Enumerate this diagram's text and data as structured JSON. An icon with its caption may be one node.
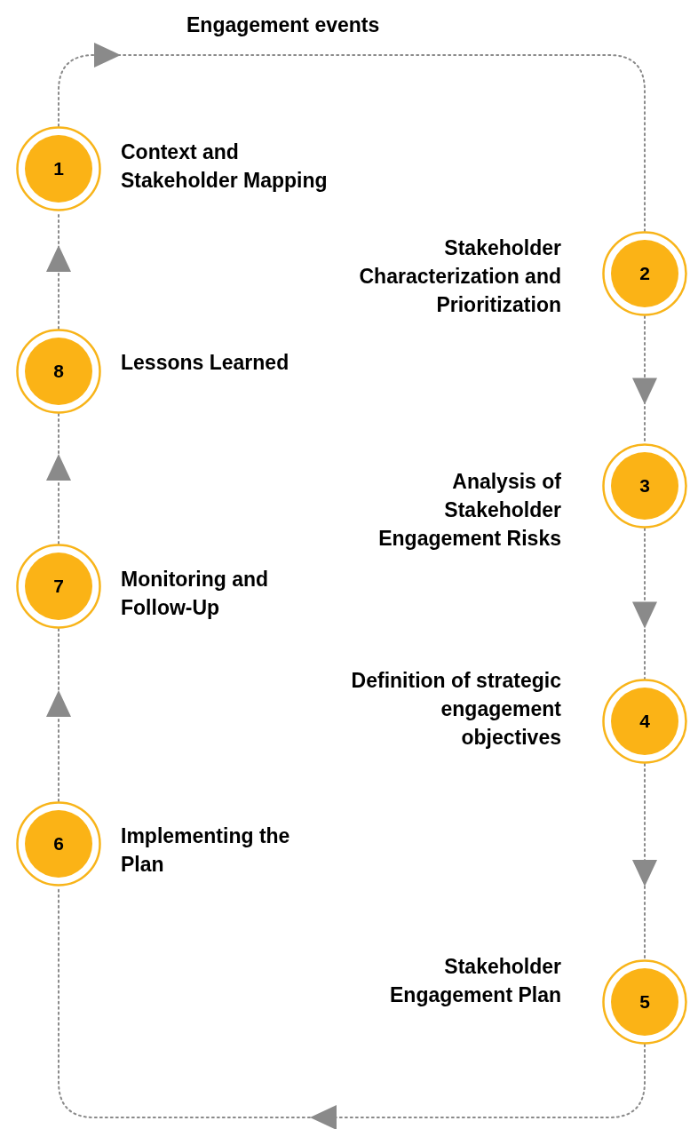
{
  "diagram": {
    "title": "Engagement events",
    "nodes": [
      {
        "text": [
          "1"
        ],
        "beside": [
          "Context and Stakeholder Mapping"
        ]
      },
      {
        "text": [
          "2"
        ],
        "beside": [
          "Stakeholder Characterization and Prioritization"
        ]
      },
      {
        "text": [
          "3"
        ],
        "beside": [
          "Analysis of Stakeholder Engagement Risks"
        ]
      },
      {
        "text": [
          "4"
        ],
        "beside": [
          "Definition of strategic engagement objectives"
        ]
      },
      {
        "text": [
          "5"
        ],
        "beside": [
          "Stakeholder Engagement Plan"
        ]
      },
      {
        "text": [
          "6"
        ],
        "beside": [
          "Implementing the Plan"
        ]
      },
      {
        "text": [
          "7"
        ],
        "beside": [
          "Monitoring and Follow-Up"
        ]
      },
      {
        "text": [
          "8"
        ],
        "beside": [
          "Lessons Learned"
        ]
      }
    ],
    "edges": [
      {
        "from": 0,
        "to": 1,
        "arrow": "to",
        "style": "dashed"
      },
      {
        "from": 1,
        "to": 2,
        "arrow": "to",
        "style": "dashed"
      },
      {
        "from": 2,
        "to": 3,
        "arrow": "to",
        "style": "dashed"
      },
      {
        "from": 3,
        "to": 4,
        "arrow": "to",
        "style": "dashed"
      },
      {
        "from": 4,
        "to": 5,
        "arrow": "to",
        "style": "dashed"
      },
      {
        "from": 5,
        "to": 6,
        "arrow": "to",
        "style": "dashed"
      },
      {
        "from": 6,
        "to": 7,
        "arrow": "to",
        "style": "dashed"
      },
      {
        "from": 7,
        "to": 0,
        "arrow": "to",
        "style": "dashed"
      }
    ]
  }
}
